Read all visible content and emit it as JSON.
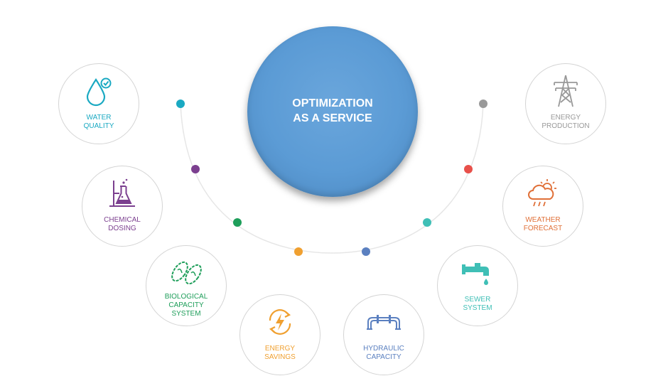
{
  "center": {
    "title_line1": "OPTIMIZATION",
    "title_line2": "AS A SERVICE",
    "color": "#5b9bd5"
  },
  "nodes": [
    {
      "id": "water-quality",
      "lines": [
        "WATER",
        "QUALITY"
      ],
      "icon": "water-drop-check-icon",
      "color": "#1aa9c2"
    },
    {
      "id": "chemical-dosing",
      "lines": [
        "CHEMICAL",
        "DOSING"
      ],
      "icon": "flask-icon",
      "color": "#7b3f8f"
    },
    {
      "id": "biological-capacity-system",
      "lines": [
        "BIOLOGICAL",
        "CAPACITY",
        "SYSTEM"
      ],
      "icon": "bacteria-icon",
      "color": "#1e9e5a"
    },
    {
      "id": "energy-savings",
      "lines": [
        "ENERGY",
        "SAVINGS"
      ],
      "icon": "energy-cycle-icon",
      "color": "#f0a030"
    },
    {
      "id": "hydraulic-capacity",
      "lines": [
        "HYDRAULIC",
        "CAPACITY"
      ],
      "icon": "pipe-icon",
      "color": "#5b80c0"
    },
    {
      "id": "sewer-system",
      "lines": [
        "SEWER",
        "SYSTEM"
      ],
      "icon": "faucet-pipe-icon",
      "color": "#3fbfb6"
    },
    {
      "id": "weather-forecast",
      "lines": [
        "WEATHER",
        "FORECAST"
      ],
      "icon": "weather-cloud-icon",
      "color": "#e07038"
    },
    {
      "id": "energy-production",
      "lines": [
        "ENERGY",
        "PRODUCTION"
      ],
      "icon": "power-tower-icon",
      "color": "#999999"
    }
  ],
  "dots": [
    {
      "color": "#1aa9c2"
    },
    {
      "color": "#7b3f8f"
    },
    {
      "color": "#1e9e5a"
    },
    {
      "color": "#f0a030"
    },
    {
      "color": "#5b80c0"
    },
    {
      "color": "#3fbfb6"
    },
    {
      "color": "#e8504a"
    },
    {
      "color": "#999999"
    }
  ],
  "arc_color": "#e6e6e6"
}
